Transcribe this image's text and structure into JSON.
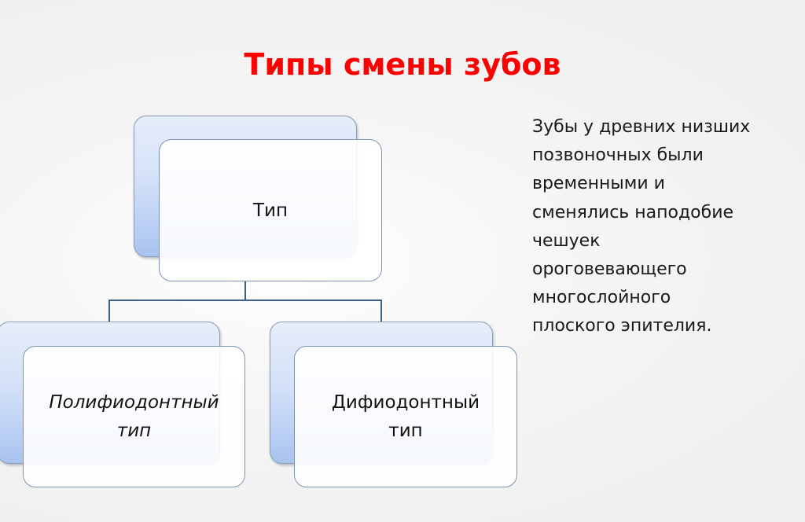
{
  "slide": {
    "title": "Типы смены зубов",
    "title_color": "#ff0000"
  },
  "diagram": {
    "type": "hierarchy",
    "root": {
      "label": "Тип"
    },
    "children": [
      {
        "label_line1": "Полифиодонтный",
        "label_line2": "тип",
        "style": "italic"
      },
      {
        "label_line1": "Дифиодонтный",
        "label_line2": "тип",
        "style": "normal"
      }
    ],
    "connector_color": "#3d5f8a",
    "back_card_gradient": [
      "#e6edfa",
      "#a9c3f0"
    ]
  },
  "side_text": {
    "lines": [
      "Зубы у древних низших",
      "позвоночных были",
      "временными и",
      "сменялись наподобие",
      "чешуек",
      "ороговевающего",
      "многослойного",
      "плоского эпителия."
    ]
  }
}
